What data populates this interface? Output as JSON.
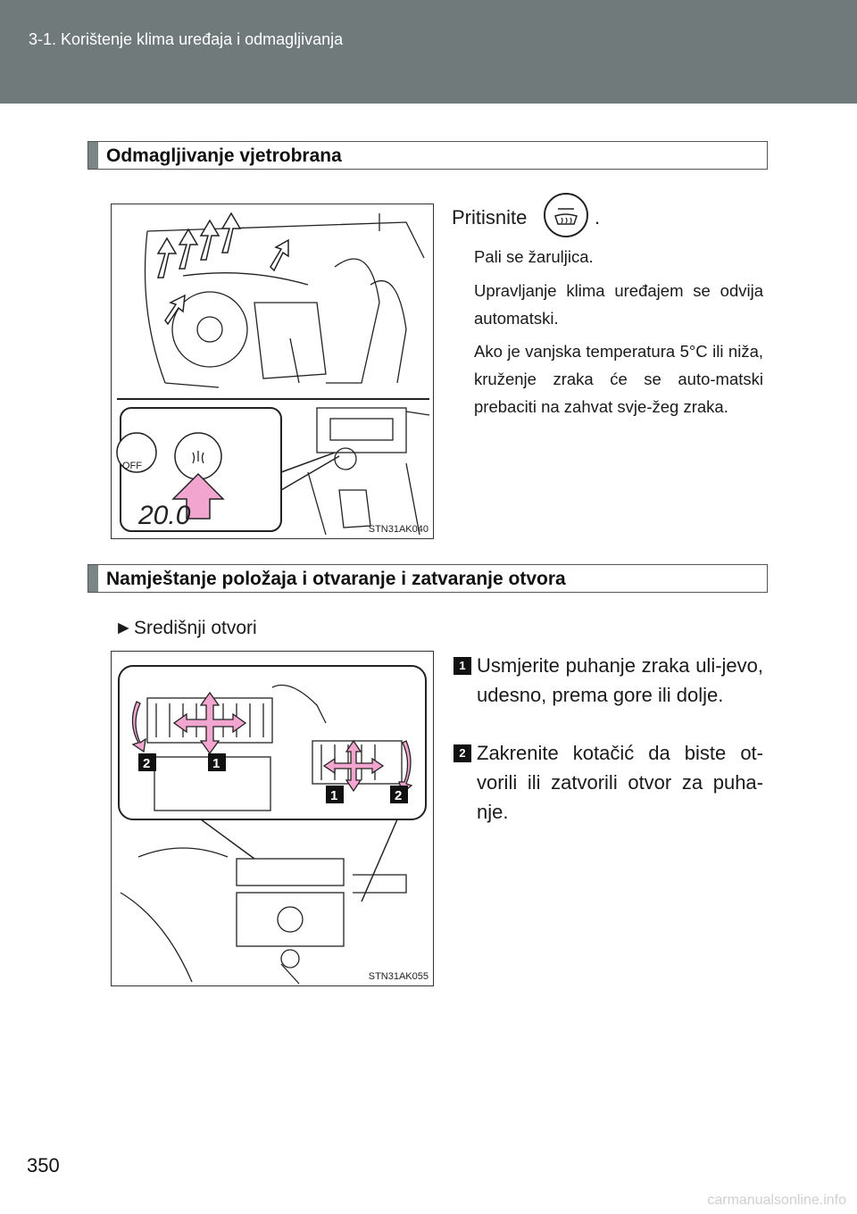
{
  "header": {
    "section_title": "3-1. Korištenje klima uređaja i odmagljivanja"
  },
  "section1": {
    "heading": "Odmagljivanje vjetrobrana",
    "figure_code": "STN31AK040",
    "display_value": "20.0",
    "off_label": "OFF",
    "press_prefix": "Pritisnite",
    "press_suffix": ".",
    "press_icon": "windshield-defog-icon",
    "paragraphs": [
      "Pali se žaruljica.",
      "Upravljanje klima uređajem se odvija automatski.",
      "Ako je vanjska temperatura 5°C ili niža, kruženje zraka će se auto-matski prebaciti na zahvat svje-žeg zraka."
    ]
  },
  "section2": {
    "heading": "Namještanje položaja i otvaranje i zatvaranje otvora",
    "subheading_marker": "►",
    "subheading": "Središnji otvori",
    "figure_code": "STN31AK055",
    "callout_1": "1",
    "callout_2": "2",
    "steps": [
      {
        "number": "1",
        "text": "Usmjerite puhanje zraka uli-jevo, udesno, prema gore ili dolje."
      },
      {
        "number": "2",
        "text": "Zakrenite kotačić da biste ot-vorili ili zatvorili otvor za puha-nje."
      }
    ]
  },
  "page_number": "350",
  "watermark": "carmanualsonline.info",
  "colors": {
    "header_band": "#707a7b",
    "callout_arrow": "#f2a6cf",
    "section_accent": "#7b8585"
  }
}
